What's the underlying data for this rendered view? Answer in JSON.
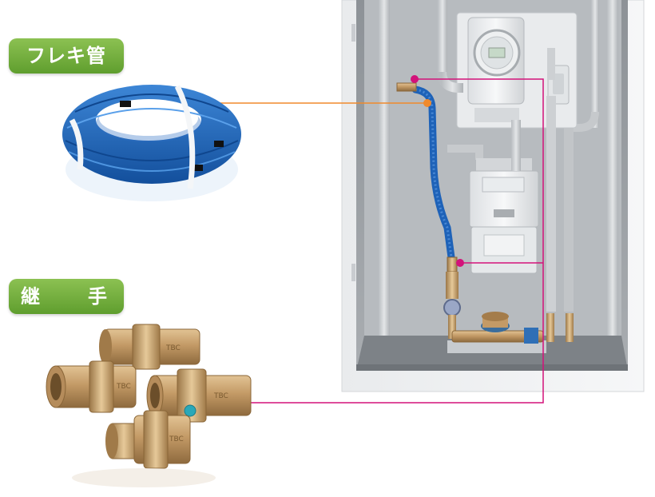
{
  "labels": {
    "flex_pipe": "フレキ管",
    "fitting": "継　手"
  },
  "fitting_markings": {
    "brand": "TBC"
  },
  "colors": {
    "badge_green": "#77b03f",
    "leader_orange": "#f08a2c",
    "leader_magenta": "#d3127a",
    "pipe_blue": "#1e62b8",
    "cabinet_gray": "#9ea3a8",
    "brass": "#c39a66"
  },
  "icons": [
    "flex-pipe-coil-image",
    "brass-fitting-image",
    "meter-cabinet-image",
    "electric-meter-icon",
    "gas-meter-icon",
    "water-meter-icon"
  ]
}
